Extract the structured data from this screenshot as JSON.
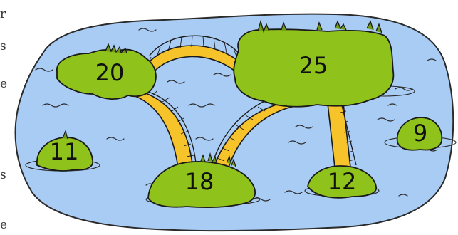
{
  "islands": [
    {
      "id": "island-20",
      "label": "20"
    },
    {
      "id": "island-25",
      "label": "25"
    },
    {
      "id": "island-11",
      "label": "11"
    },
    {
      "id": "island-18",
      "label": "18"
    },
    {
      "id": "island-12",
      "label": "12"
    },
    {
      "id": "island-9",
      "label": "9"
    }
  ],
  "bridges": [
    {
      "from": "20",
      "to": "25"
    },
    {
      "from": "20",
      "to": "18"
    },
    {
      "from": "25",
      "to": "18"
    },
    {
      "from": "25",
      "to": "12"
    }
  ],
  "margin_text": [
    "r",
    "s",
    "e",
    "s",
    "e"
  ],
  "colors": {
    "water": "#a9ccf5",
    "water_outline": "#2a2a2a",
    "island": "#8fc21b",
    "island_dark": "#6f9a12",
    "bridge": "#f6c42a",
    "bridge_rail": "#ffffff",
    "outline": "#1a1a1a"
  }
}
